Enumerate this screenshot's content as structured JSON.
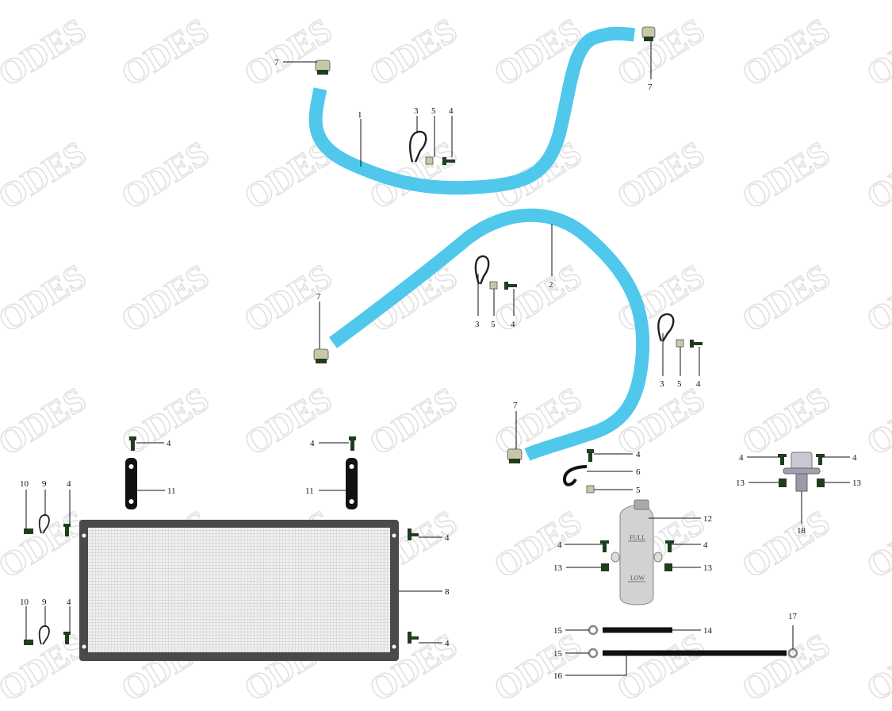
{
  "watermark": "ODES",
  "colors": {
    "hose": "#4fc8ec",
    "bracket": "#111111",
    "radiator_frame": "#4a4a4a",
    "radiator_core": "#f0f0f0",
    "tank_body": "#d2d2d2"
  },
  "labels": {
    "hose1": "1",
    "hose2": "2",
    "clip": "3",
    "bolt": "4",
    "nut": "5",
    "hook": "6",
    "clamp": "7",
    "radiator": "8",
    "clip_small": "9",
    "screw_small": "10",
    "bracket": "11",
    "tank": "12",
    "grommet": "13",
    "tube_short": "14",
    "clamp_small": "15",
    "tube_long": "16",
    "clamp_end": "17",
    "cap": "18"
  },
  "tank_marks": {
    "full": "FULL",
    "low": "LOW"
  }
}
